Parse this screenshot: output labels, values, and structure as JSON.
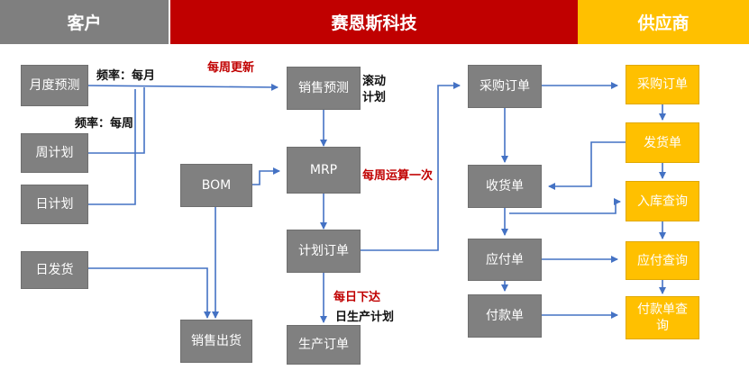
{
  "header": {
    "customer": "客户",
    "company": "赛恩斯科技",
    "supplier": "供应商"
  },
  "colors": {
    "customer_header": "#7f7f7f",
    "company_header": "#c00000",
    "supplier_header": "#ffc000",
    "gray_box": "#808080",
    "gold_box": "#ffc000",
    "arrow": "#4472c4",
    "note_red": "#c00000"
  },
  "customer": {
    "monthly_forecast": "月度预测",
    "weekly_plan": "周计划",
    "daily_plan": "日计划",
    "daily_shipment": "日发货"
  },
  "company": {
    "bom": "BOM",
    "sales_forecast": "销售预测",
    "mrp": "MRP",
    "planned_order": "计划订单",
    "production_order": "生产订单",
    "sales_outbound": "销售出货",
    "purchase_order": "采购订单",
    "receipt": "收货单",
    "payable": "应付单",
    "payment": "付款单"
  },
  "supplier": {
    "purchase_order": "采购订单",
    "delivery_note": "发货单",
    "inbound_query": "入库查询",
    "payable_query": "应付查询",
    "payment_query": "付款单查询"
  },
  "labels": {
    "freq_monthly": "频率：每月",
    "freq_weekly": "频率：每周",
    "weekly_update": "每周更新",
    "rolling_plan": "滚动计划",
    "weekly_run": "每周运算一次",
    "daily_issue": "每日下达",
    "daily_production_plan": "日生产计划"
  }
}
